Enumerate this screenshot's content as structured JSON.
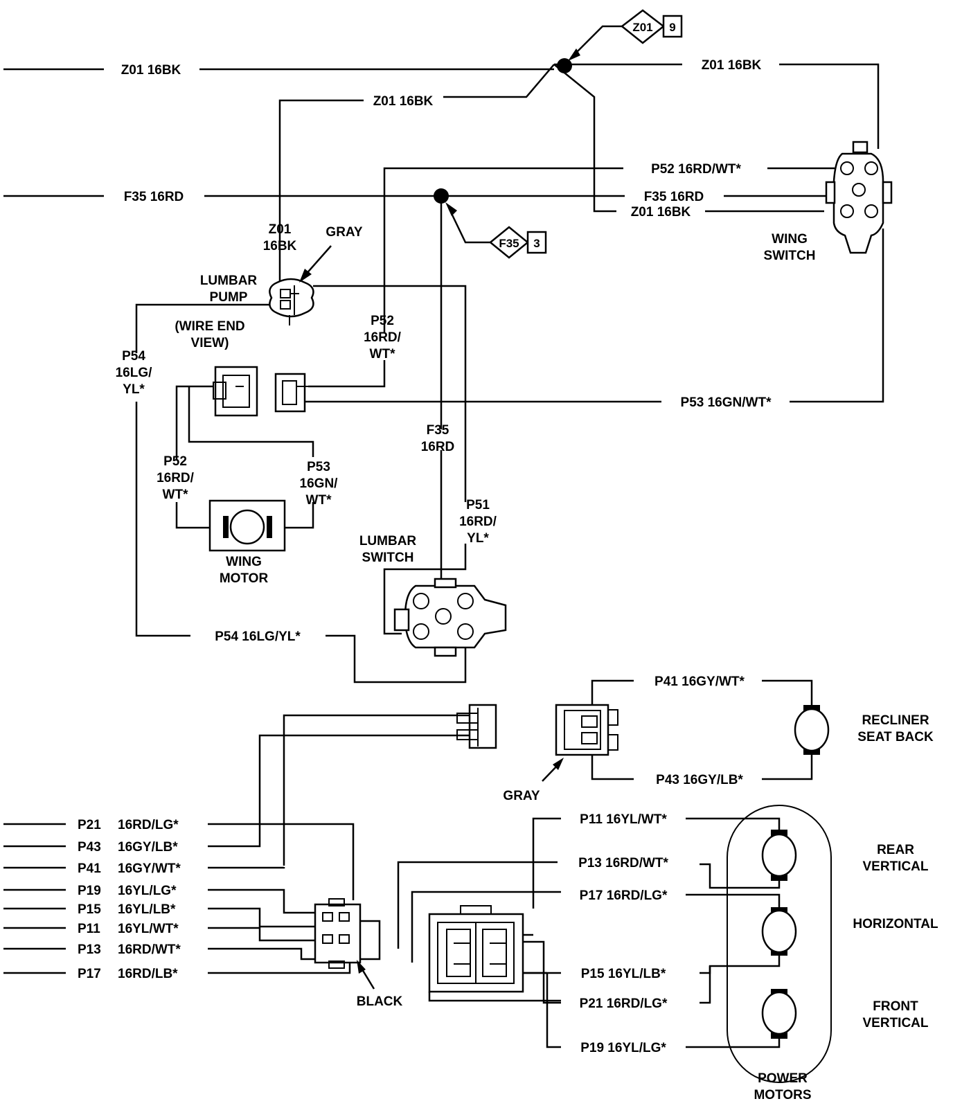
{
  "wires": {
    "z01_left": "Z01   16BK",
    "z01_right": "Z01   16BK",
    "z01_mid": "Z01   16BK",
    "p52_right": "P52 16RD/WT*",
    "f35_left": "F35 16RD",
    "f35_right": "F35 16RD",
    "z01_short": "Z01 16BK",
    "p53_right": "P53 16GN/WT*",
    "p54_bottom": "P54 16LG/YL*",
    "p41_top": "P41  16GY/WT*",
    "p43_top": "P43  16GY/LB*"
  },
  "splices": {
    "z01": {
      "name": "Z01",
      "num": "9"
    },
    "f35": {
      "name": "F35",
      "num": "3"
    }
  },
  "vertical_labels": {
    "z01_pump": [
      "Z01",
      "16BK"
    ],
    "p54": [
      "P54",
      "16LG/",
      "YL*"
    ],
    "p52_upper": [
      "P52",
      "16RD/",
      "WT*"
    ],
    "f35": [
      "F35",
      "16RD"
    ],
    "p52_lower": [
      "P52",
      "16RD/",
      "WT*"
    ],
    "p53": [
      "P53",
      "16GN/",
      "WT*"
    ],
    "p51": [
      "P51",
      "16RD/",
      "YL*"
    ]
  },
  "components": {
    "gray_top": "GRAY",
    "lumbar_pump": [
      "LUMBAR",
      "PUMP"
    ],
    "wire_end_view": [
      "(WIRE END",
      "VIEW)"
    ],
    "wing_switch": [
      "WING",
      "SWITCH"
    ],
    "wing_motor": [
      "WING",
      "MOTOR"
    ],
    "lumbar_switch": [
      "LUMBAR",
      "SWITCH"
    ],
    "recliner": [
      "RECLINER",
      "SEAT BACK"
    ],
    "gray_bottom": "GRAY",
    "black": "BLACK",
    "rear_vertical": [
      "REAR",
      "VERTICAL"
    ],
    "horizontal": "HORIZONTAL",
    "front_vertical": [
      "FRONT",
      "VERTICAL"
    ],
    "power_motors": [
      "POWER",
      "MOTORS"
    ]
  },
  "left_bus": [
    {
      "circuit": "P21",
      "wire": "16RD/LG*"
    },
    {
      "circuit": "P43",
      "wire": "16GY/LB*"
    },
    {
      "circuit": "P41",
      "wire": "16GY/WT*"
    },
    {
      "circuit": "P19",
      "wire": "16YL/LG*"
    },
    {
      "circuit": "P15",
      "wire": "16YL/LB*"
    },
    {
      "circuit": "P11",
      "wire": "16YL/WT*"
    },
    {
      "circuit": "P13",
      "wire": "16RD/WT*"
    },
    {
      "circuit": "P17",
      "wire": "16RD/LB*"
    }
  ],
  "motor_wires": [
    "P11 16YL/WT*",
    "P13 16RD/WT*",
    "P17 16RD/LG*",
    "P15 16YL/LB*",
    "P21 16RD/LG*",
    "P19 16YL/LG*"
  ]
}
